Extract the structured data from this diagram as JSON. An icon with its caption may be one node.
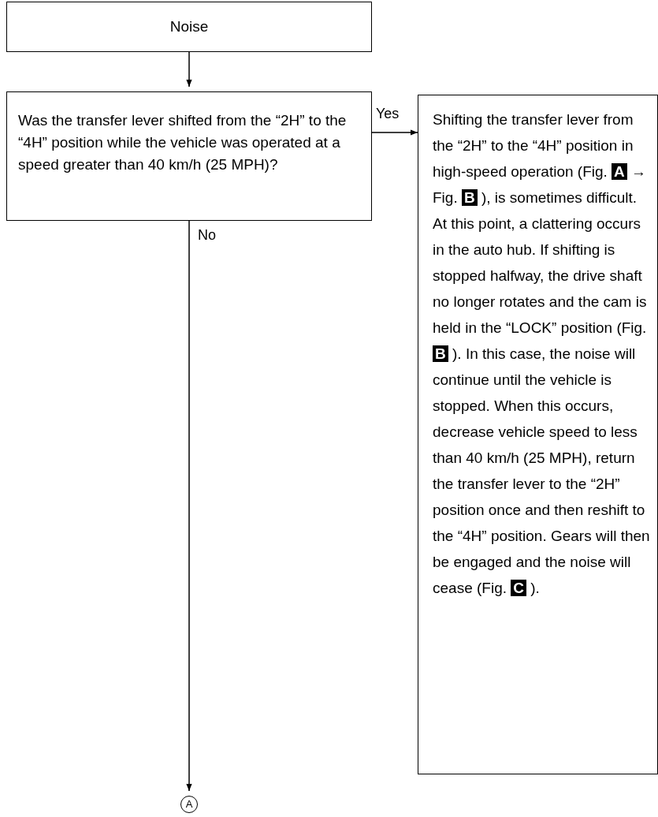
{
  "diagram": {
    "nodes": [
      {
        "text": [
          "Noise"
        ]
      },
      {
        "text": [
          "Was the transfer lever shifted from the “2H” to the “4H” position while the vehicle was operated at a speed greater than 40 km/h (25 MPH)?"
        ]
      },
      {
        "text": [
          "Shifting the transfer lever from the “2H” to the “4H” position in high-speed operation (Fig. **A** → Fig. **B** ), is sometimes difficult. At this point, a clattering occurs in the auto hub. If shifting is stopped halfway, the drive shaft no longer rotates and the cam is held in the “LOCK” position (Fig. **B** ). In this case, the noise will continue until the vehicle is stopped. When this occurs, decrease vehicle speed to less than 40 km/h (25 MPH), return the transfer lever to the “2H” position once and then reshift to the “4H” position. Gears will then be engaged and the noise will cease (Fig. **C** )."
        ]
      },
      {
        "text": [
          "A"
        ]
      }
    ],
    "edges": [
      {
        "from": 0,
        "to": 1,
        "arrow": "to"
      },
      {
        "from": 1,
        "to": 2,
        "arrow": "to",
        "label": "Yes"
      },
      {
        "from": 1,
        "to": 3,
        "arrow": "to",
        "label": "No"
      }
    ]
  }
}
